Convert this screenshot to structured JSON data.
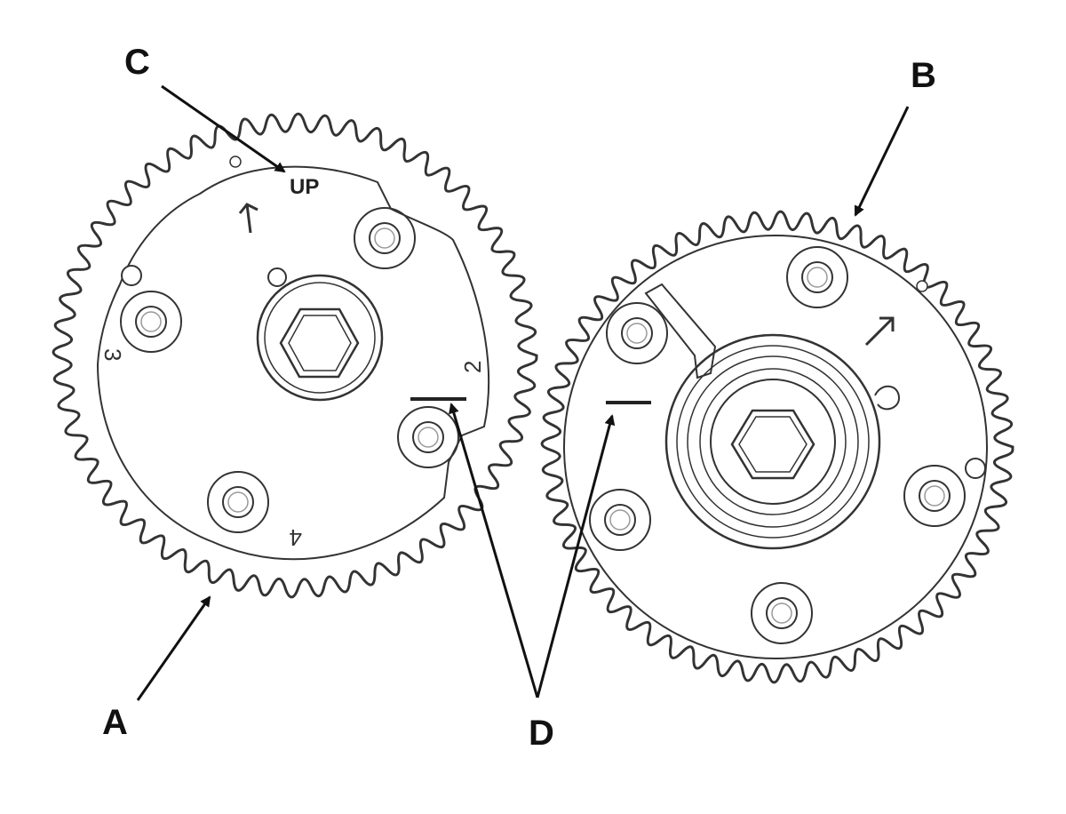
{
  "labels": {
    "a": "A",
    "b": "B",
    "c": "C",
    "d": "D"
  },
  "marks": {
    "up": "UP",
    "num_2": "2",
    "num_3": "3",
    "num_4": "4"
  },
  "colors": {
    "line": "#333333",
    "arrow": "#111111",
    "background": "#ffffff"
  }
}
